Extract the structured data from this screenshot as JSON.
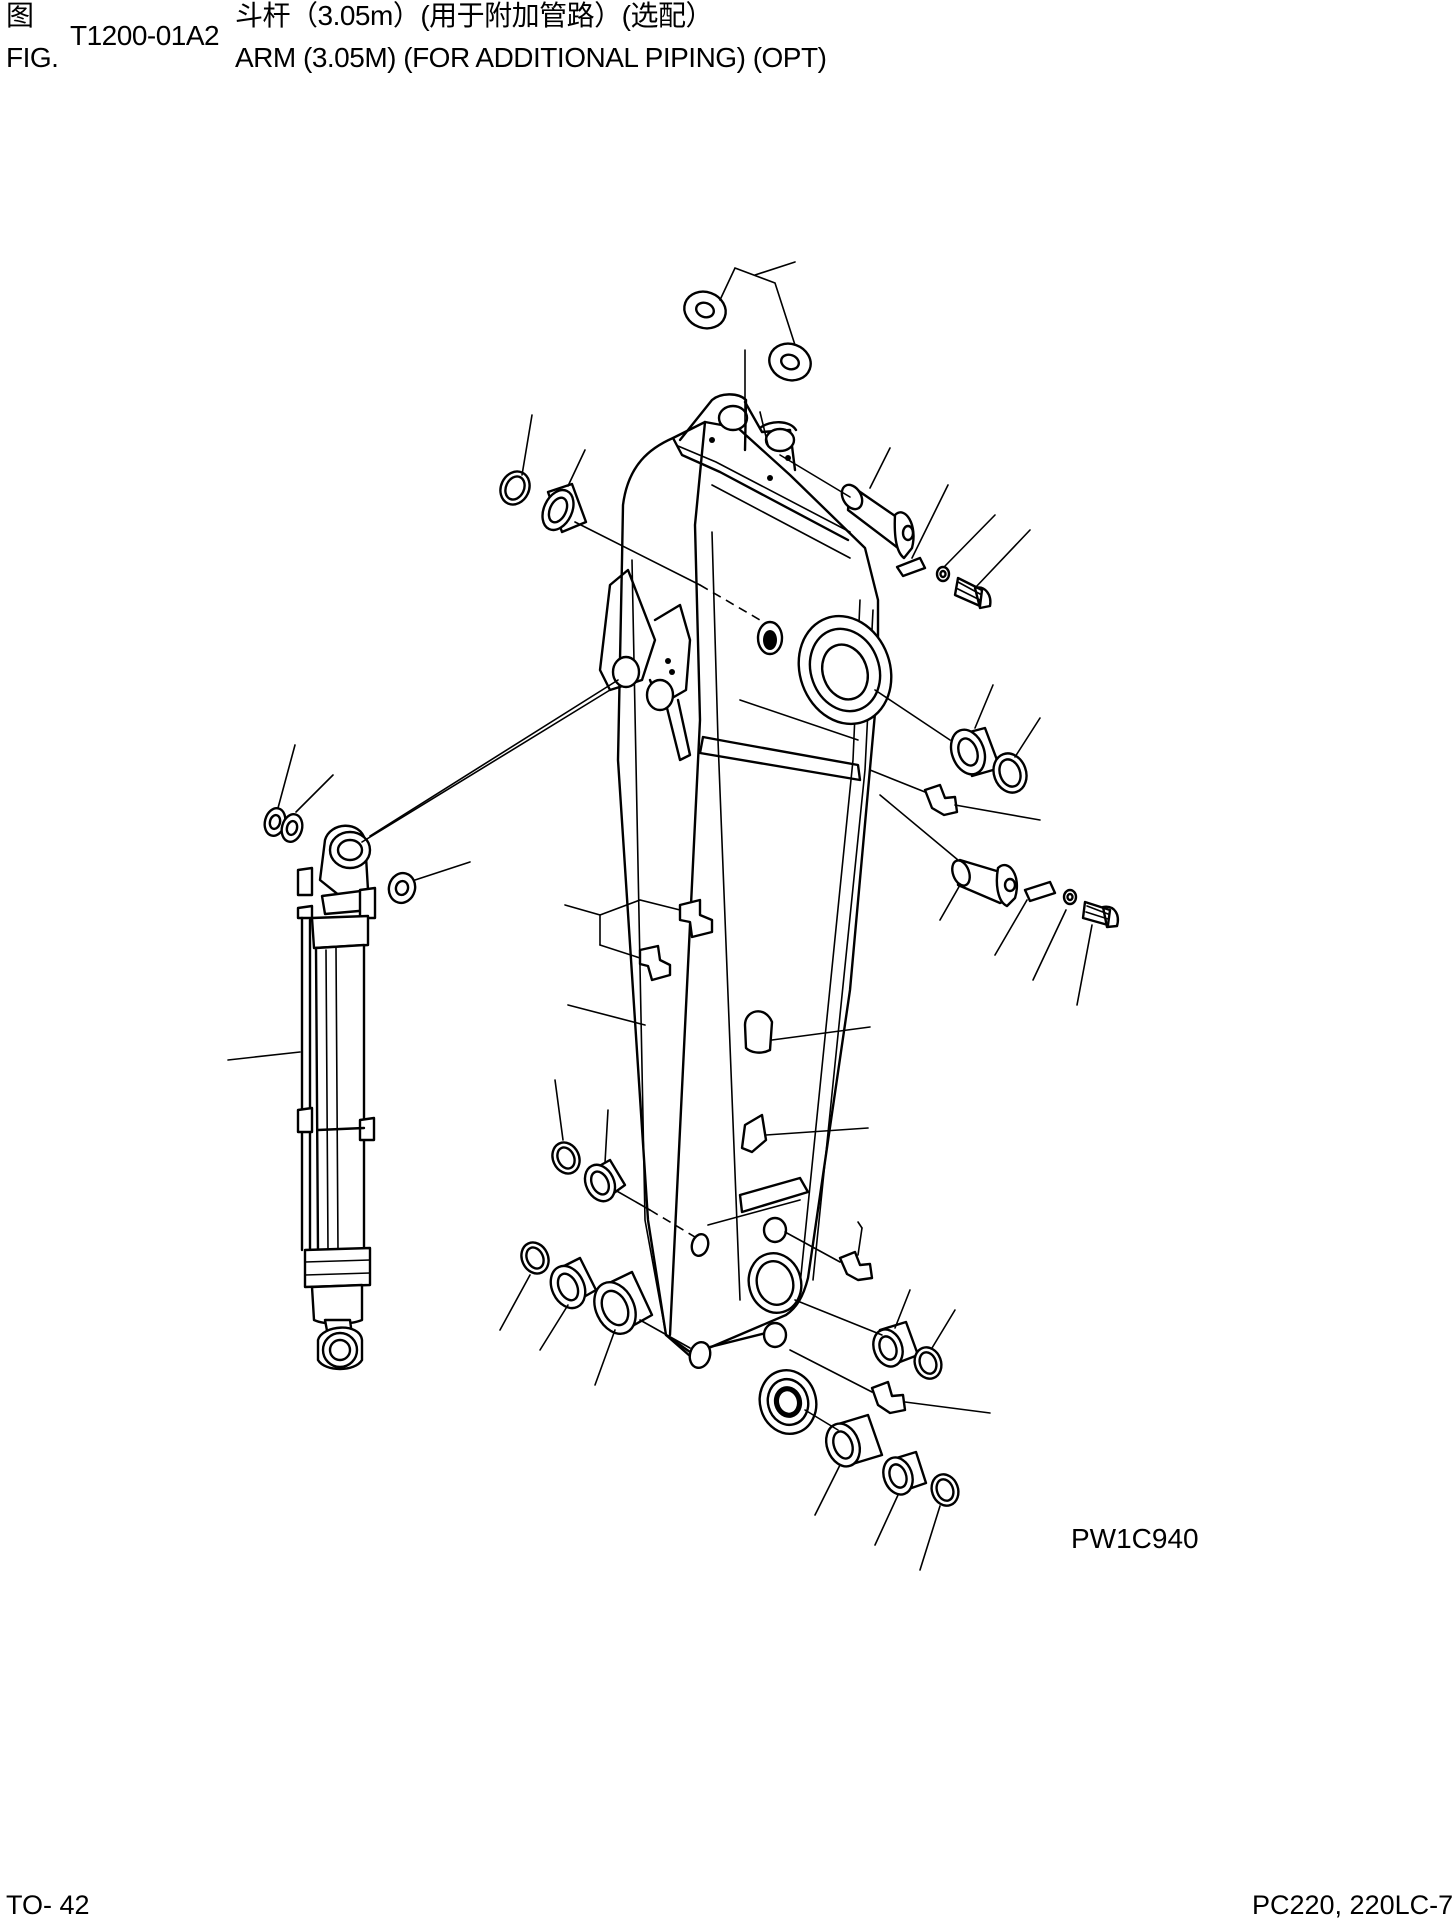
{
  "header": {
    "fig_label_cn": "图",
    "fig_label_en": "FIG.",
    "fig_number": "T1200-01A2",
    "title_cn": "斗杆（3.05m）(用于附加管路）(选配）",
    "title_en": "ARM (3.05M) (FOR ADDITIONAL PIPING) (OPT)"
  },
  "drawing_code": "PW1C940",
  "footer": {
    "page_number": "TO- 42",
    "model": "PC220, 220LC-7"
  }
}
